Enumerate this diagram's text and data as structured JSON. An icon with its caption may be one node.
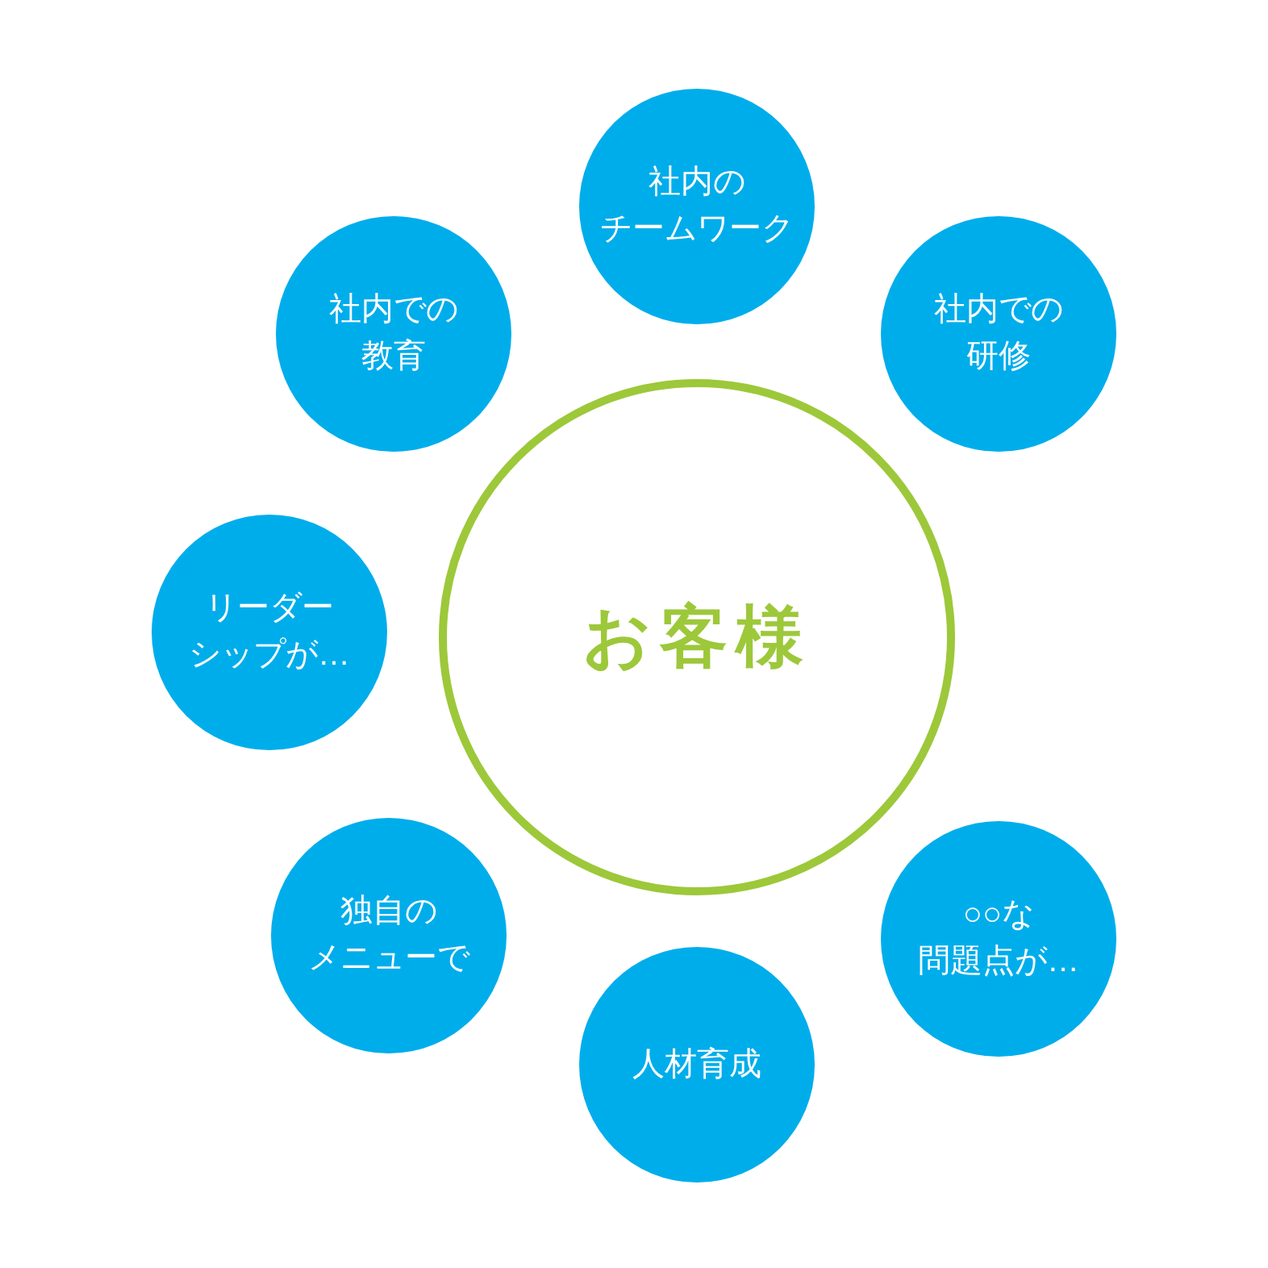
{
  "diagram": {
    "nodes": [
      {
        "text": [
          "お客様"
        ]
      },
      {
        "text": [
          "社内のチームワーク"
        ]
      },
      {
        "text": [
          "社内での研修"
        ]
      },
      {
        "text": [
          "○○な問題点が…"
        ]
      },
      {
        "text": [
          "人材育成"
        ]
      },
      {
        "text": [
          "独自のメニューで"
        ]
      },
      {
        "text": [
          "リーダーシップが…"
        ]
      },
      {
        "text": [
          "社内での教育"
        ]
      }
    ]
  }
}
